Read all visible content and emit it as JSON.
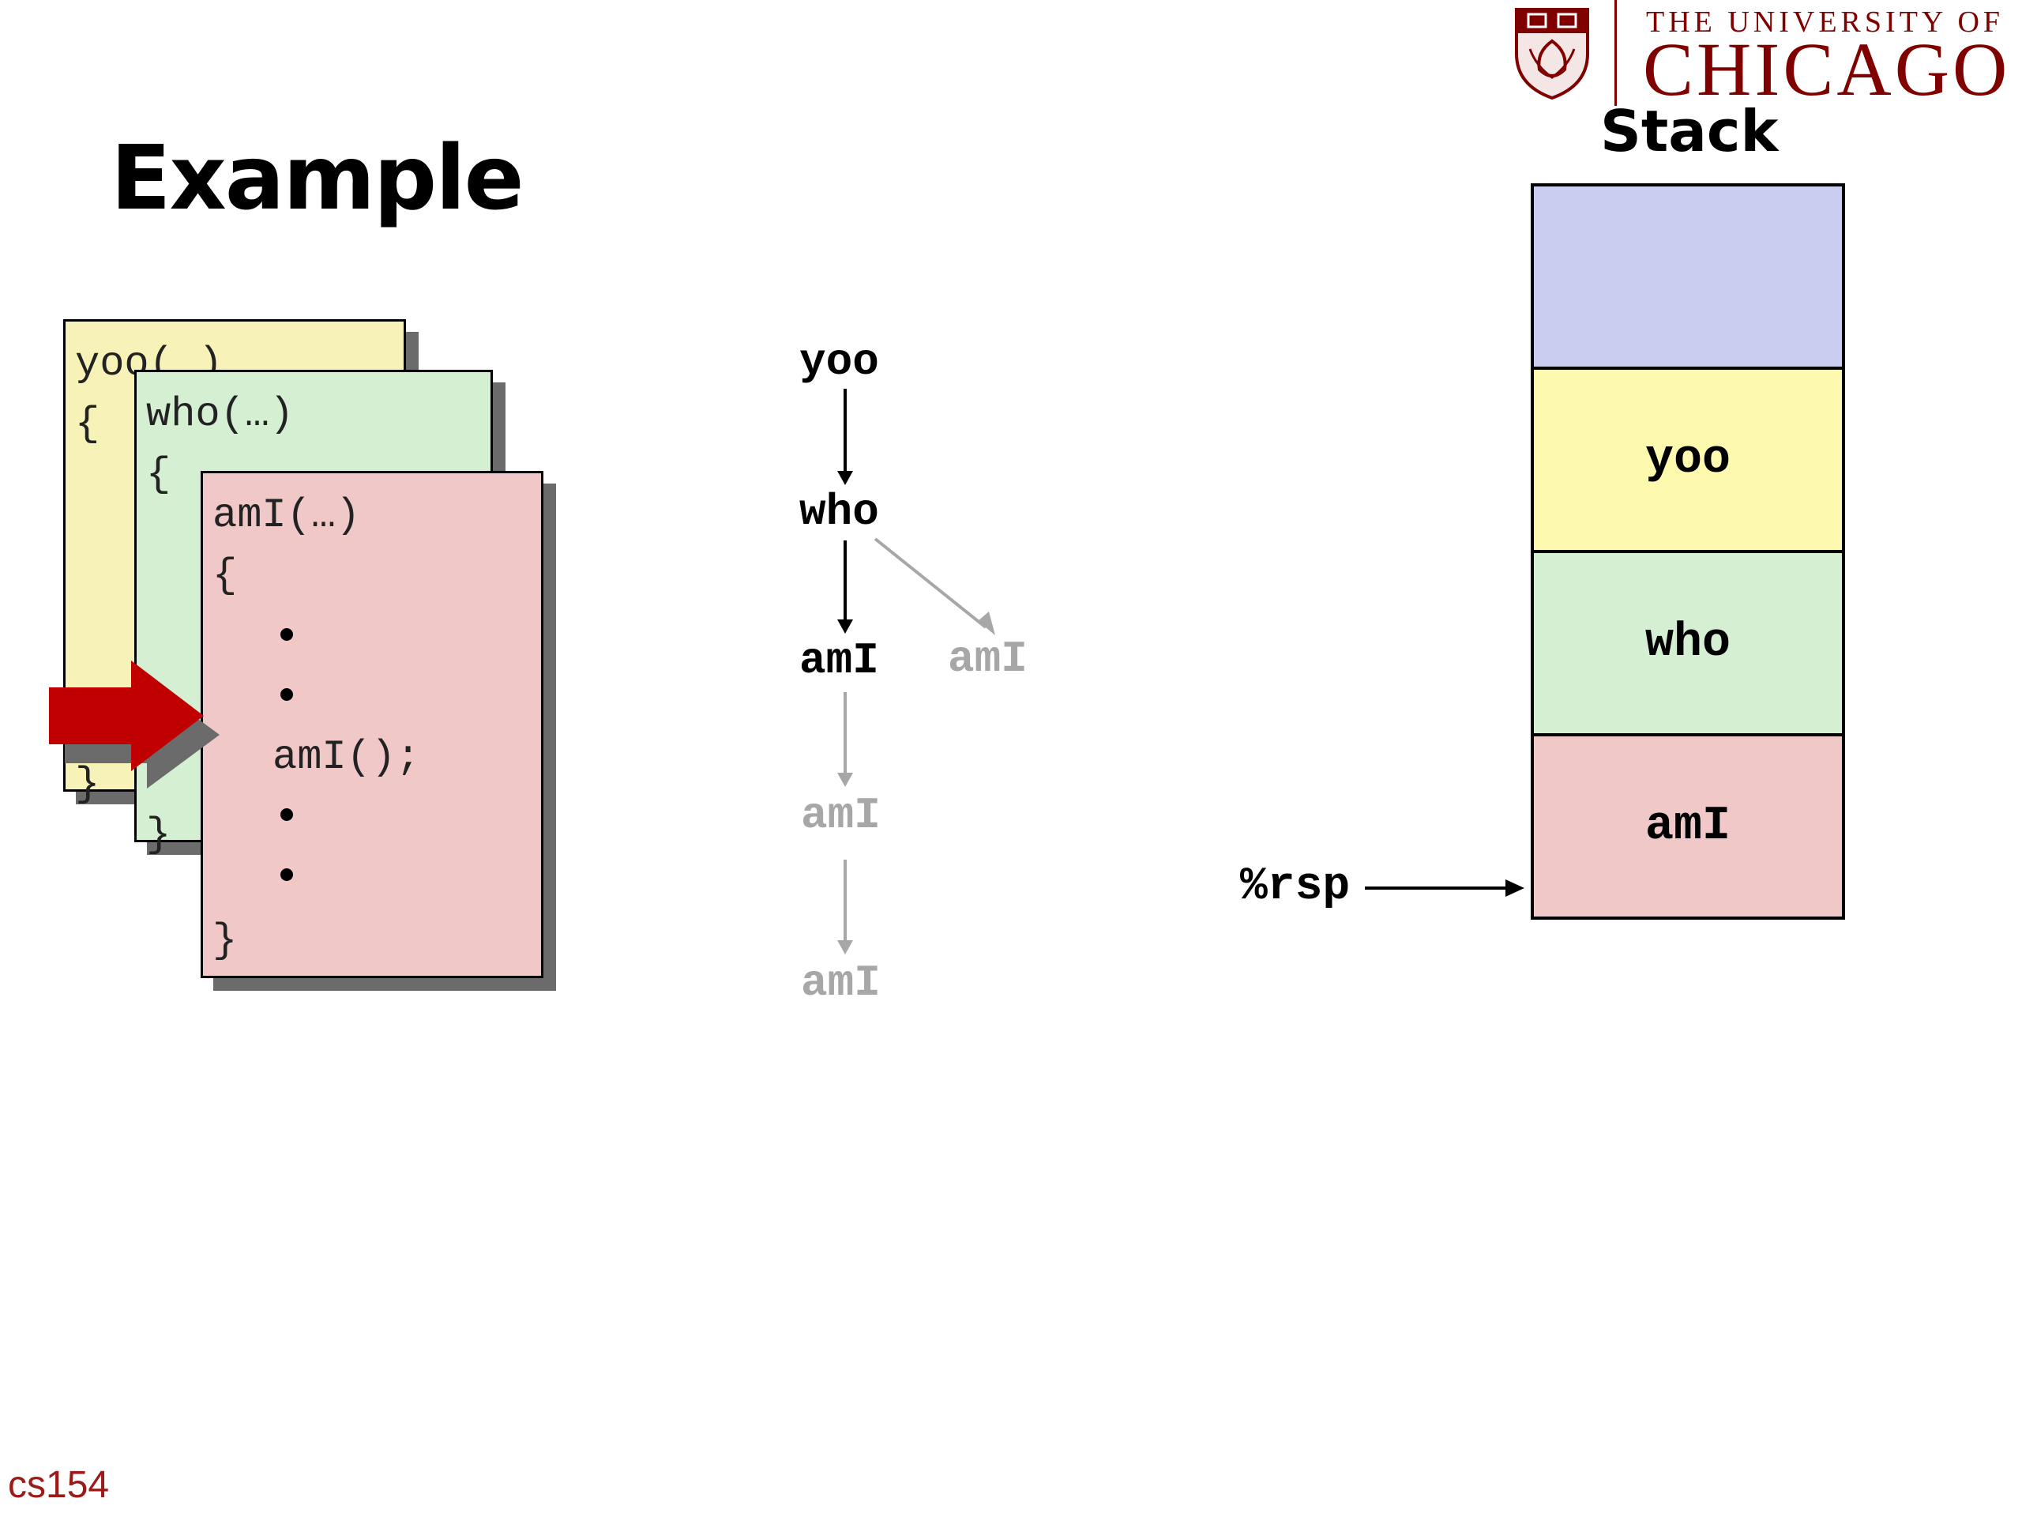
{
  "header": {
    "logo_top": "THE UNIVERSITY OF",
    "logo_bottom": "CHICAGO",
    "logo_color": "#800000"
  },
  "title": "Example",
  "code_cards": [
    {
      "id": "yoo",
      "color": "#f6f2b8",
      "lines": [
        "yoo(…)",
        "{",
        "}"
      ]
    },
    {
      "id": "who",
      "color": "#d5efd2",
      "lines": [
        "who(…)",
        "{",
        "}"
      ]
    },
    {
      "id": "amI",
      "color": "#f1c8c8",
      "lines": [
        "amI(…)",
        "{",
        "amI();",
        "}"
      ],
      "bullets": 4
    }
  ],
  "pointer_arrow_color": "#c00000",
  "call_tree": {
    "nodes": [
      {
        "label": "yoo",
        "state": "active"
      },
      {
        "label": "who",
        "state": "active"
      },
      {
        "label": "amI",
        "state": "active"
      },
      {
        "label": "amI",
        "state": "faded"
      },
      {
        "label": "amI",
        "state": "faded"
      },
      {
        "label": "amI",
        "state": "faded"
      }
    ]
  },
  "stack": {
    "title": "Stack",
    "frames": [
      {
        "label": "",
        "color": "#cbcdf0"
      },
      {
        "label": "yoo",
        "color": "#fdfab0"
      },
      {
        "label": "who",
        "color": "#d5efd2"
      },
      {
        "label": "amI",
        "color": "#f1c8c8"
      }
    ],
    "pointer": "%rsp"
  },
  "footer": "cs154"
}
